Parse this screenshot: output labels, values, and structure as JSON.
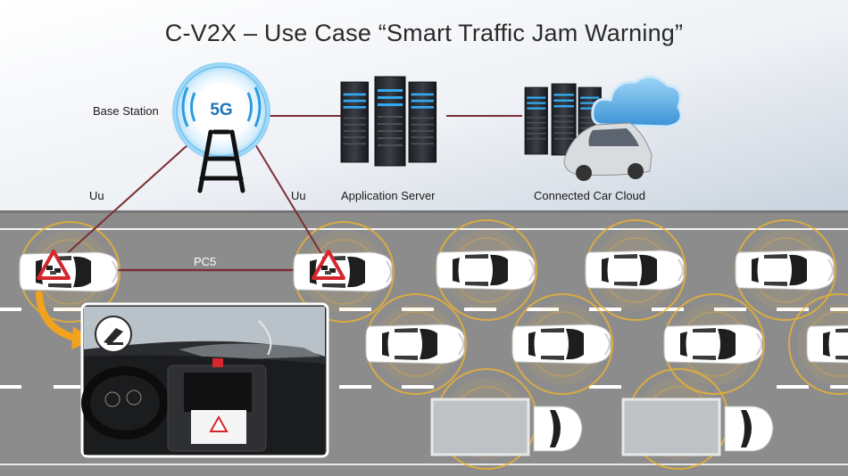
{
  "title": "C-V2X – Use Case “Smart Traffic Jam Warning”",
  "base_station": {
    "label": "Base Station",
    "badge": "5G"
  },
  "links": {
    "uu_left": "Uu",
    "uu_right": "Uu",
    "pc5": "PC5"
  },
  "application_server": {
    "label": "Application Server"
  },
  "cloud": {
    "label": "Connected Car Cloud"
  },
  "colors": {
    "road": "#8c8c8c",
    "halo": "#f3b52b",
    "link": "#7a2e35",
    "accent_blue": "#1f8fd6",
    "warning_red": "#d6262d"
  },
  "icons": [
    "5g-tower-icon",
    "server-rack-icon",
    "cloud-icon",
    "car-icon",
    "truck-icon",
    "traffic-jam-warning-icon",
    "curved-arrow-icon"
  ]
}
